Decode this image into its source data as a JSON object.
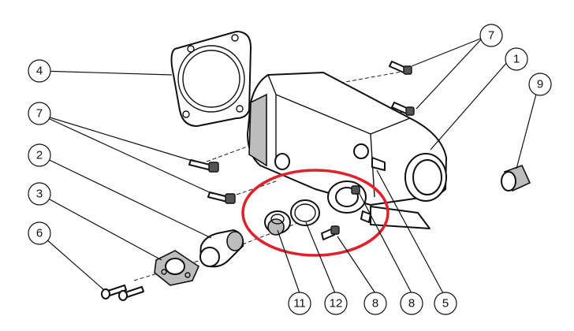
{
  "callouts": [
    {
      "id": "c1",
      "label": "1"
    },
    {
      "id": "c2",
      "label": "2"
    },
    {
      "id": "c3",
      "label": "3"
    },
    {
      "id": "c4",
      "label": "4"
    },
    {
      "id": "c5",
      "label": "5"
    },
    {
      "id": "c6",
      "label": "6"
    },
    {
      "id": "c7a",
      "label": "7"
    },
    {
      "id": "c7b",
      "label": "7"
    },
    {
      "id": "c8a",
      "label": "8"
    },
    {
      "id": "c8b",
      "label": "8"
    },
    {
      "id": "c9",
      "label": "9"
    },
    {
      "id": "c11",
      "label": "11"
    },
    {
      "id": "c12",
      "label": "12"
    }
  ],
  "colors": {
    "highlight_ring": "#e0202a",
    "line": "#111111",
    "shade": "#bdbdbd"
  }
}
